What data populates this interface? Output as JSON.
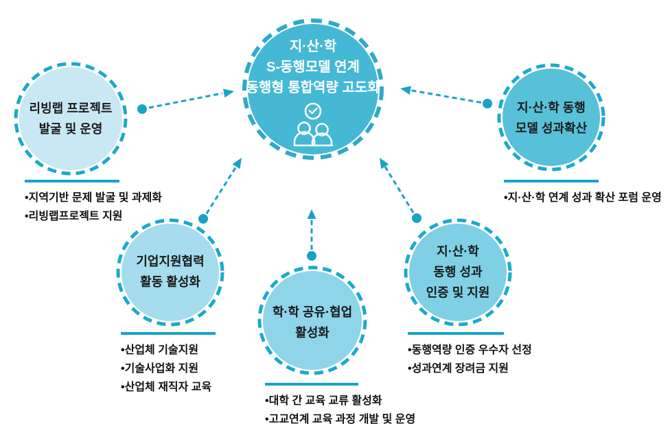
{
  "colors": {
    "accent_teal": "#17a3c6",
    "center_fill": "#45b8d5",
    "center_ring": "#2fa9c9",
    "node_ring": "#1ca9cb",
    "underline": "#14a4c8",
    "center_text": "#ffffff",
    "node_text": "#1a1a1a",
    "bullet_text": "#111111"
  },
  "center": {
    "fill": "#45b8d5",
    "icon": "people-check-icon",
    "lines": [
      "지·산·학",
      "S-동행모델 연계",
      "동행형 통합역량 고도화"
    ]
  },
  "nodes": [
    {
      "id": "living-lab",
      "fill": "#c8e9f4",
      "lines": [
        "리빙랩 프로젝트",
        "발굴 및 운영"
      ],
      "bullets": [
        "•지역기반 문제 발굴 및 과제화",
        "•리빙랩프로젝트 지원"
      ]
    },
    {
      "id": "corporate-support",
      "fill": "#a5dcee",
      "lines": [
        "기업지원협력",
        "활동 활성화"
      ],
      "bullets": [
        "•산업체 기술지원",
        "•기술사업화 지원",
        "•산업체 재직자 교육"
      ]
    },
    {
      "id": "school-collaboration",
      "fill": "#8ed5e9",
      "lines": [
        "학·학 공유·협업",
        "활성화"
      ],
      "bullets": [
        "•대학 간 교육 교류 활성화",
        "•고교연계 교육 과정 개발 및 운영"
      ]
    },
    {
      "id": "performance-certification",
      "fill": "#7fd0e5",
      "lines": [
        "지·산·학",
        "동행 성과",
        "인증 및 지원"
      ],
      "bullets": [
        "•동행역량 인증 우수자 선정",
        "•성과연계 장려금 지원"
      ]
    },
    {
      "id": "model-spread",
      "fill": "#57c1da",
      "lines": [
        "지·산·학 동행",
        "모델 성과확산"
      ],
      "bullets": [
        "•지·산·학 연계 성과 확산 포럼 운영"
      ]
    }
  ]
}
